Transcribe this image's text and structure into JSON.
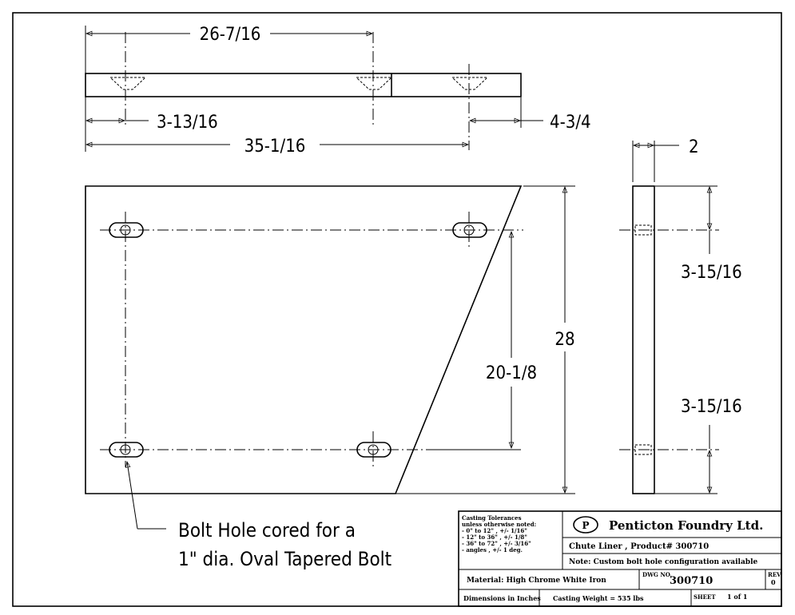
{
  "dimensions": {
    "top_span": "26-7/16",
    "left_offset": "3-13/16",
    "right_offset": "4-3/4",
    "overall_length": "35-1/16",
    "thickness": "2",
    "edge_offset_top": "3-15/16",
    "edge_offset_bottom": "3-15/16",
    "hole_spacing_vertical": "20-1/8",
    "overall_height": "28"
  },
  "callout": {
    "line1": "Bolt Hole cored for a",
    "line2": "1\" dia. Oval Tapered Bolt"
  },
  "title_block": {
    "tolerances": [
      "Casting Tolerances",
      "unless otherwise noted:",
      "-  0\" to 12\" , +/- 1/16\"",
      "- 12\" to 36\" , +/- 1/8\"",
      "- 36\" to 72\" , +/- 3/16\"",
      "- angles      , +/- 1 deg."
    ],
    "logo_letter": "P",
    "company": "Penticton Foundry Ltd.",
    "part": "Chute Liner , Product# 300710",
    "note": "Note: Custom bolt hole configuration available",
    "material": "Material: High Chrome White Iron",
    "dwg_label": "DWG NO.",
    "dwg_number": "300710",
    "rev_label": "REV",
    "rev_value": "0",
    "dimensions_note": "Dimensions in Inches",
    "weight": "Casting Weight = 535 lbs",
    "sheet_label": "SHEET",
    "sheet_value": "1 of 1"
  }
}
